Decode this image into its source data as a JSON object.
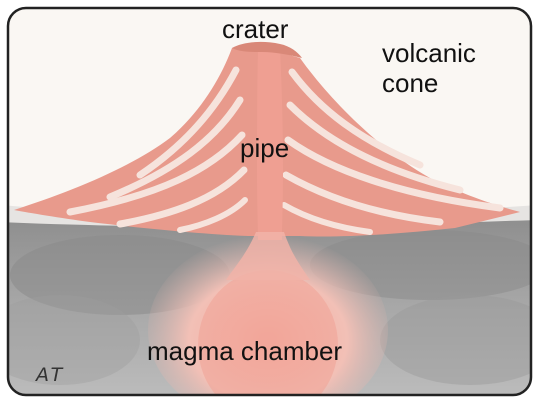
{
  "labels": {
    "crater": "crater",
    "cone_line1": "volcanic",
    "cone_line2": "cone",
    "pipe": "pipe",
    "magma": "magma chamber"
  },
  "signature": "AT",
  "colors": {
    "sky": "#faf7f3",
    "ground": "#a6a6a6",
    "ground_dark": "#8f8f8f",
    "cone_pink": "#e89a8c",
    "cone_stripe": "#f6e3dc",
    "magma": "#f2b1a6",
    "frame": "#222222"
  }
}
